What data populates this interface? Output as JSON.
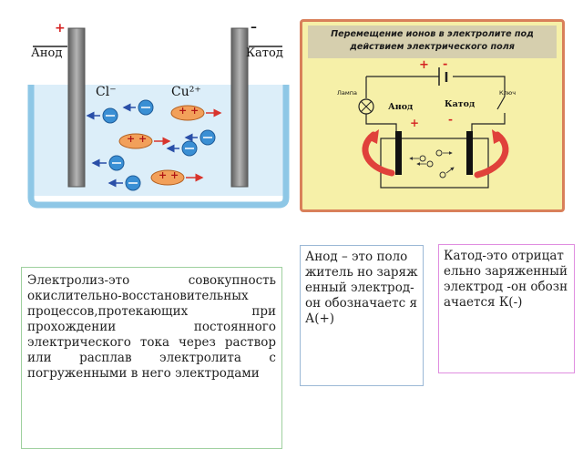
{
  "left_figure": {
    "plus_sign": "+",
    "minus_sign": "–",
    "anode_label": "Анод",
    "cathode_label": "Катод",
    "ion_cl": "Cl⁻",
    "ion_cu": "Cu²⁺",
    "ion_plus_marks": "+ +",
    "ion_minus_mark": "−"
  },
  "right_figure": {
    "title_line1": "Перемещение ионов в электролите под",
    "title_line2": "действием электрического поля",
    "plus_sign": "+",
    "minus_sign": "-",
    "lamp_label": "Лампа",
    "key_label": "Ключ",
    "anode_label": "Анод",
    "cathode_label": "Катод",
    "anode_sign": "+",
    "cathode_sign": "-"
  },
  "text_blocks": {
    "anode": "Анод – это положитель но заряженный электрод- он обозначаетс я  А(+)",
    "cathode": "Катод-это отрицательно заряженный электрод -он обозначается К(-)",
    "electrolysis": "Электролиз-это совокупность окислительно-восстановительных процессов,протекающих при прохождении постоянного электрического тока через раствор или расплав электролита с погруженными в него электродами"
  },
  "colors": {
    "solution": "#dceef9",
    "vessel": "#8ec7e6",
    "electrode": "#7d7d7d",
    "anion": "#3a8fd4",
    "cation": "#f2a05a",
    "panel_bg": "#f6f0a8",
    "panel_frame": "#d9805a",
    "title_bar": "#d6cfae",
    "arrow": "#e0413b"
  }
}
